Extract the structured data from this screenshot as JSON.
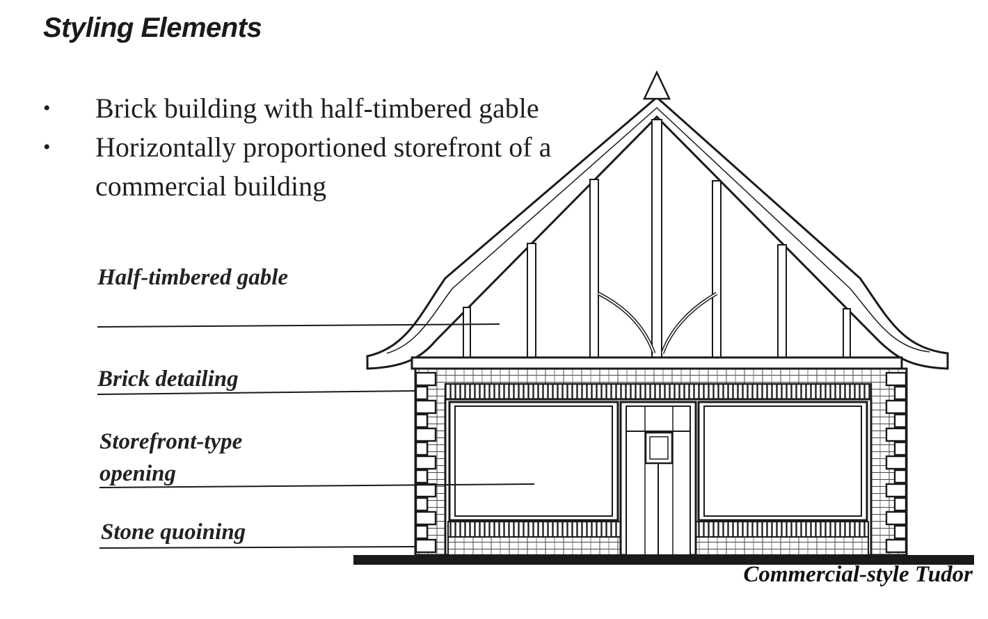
{
  "title": "Styling Elements",
  "bullets": [
    "Brick building with half-timbered gable",
    "Horizontally proportioned storefront of a commercial building"
  ],
  "labels": {
    "half_timbered_gable": "Half-timbered gable",
    "brick_detailing": "Brick detailing",
    "storefront_opening": "Storefront-type opening",
    "stone_quoining": "Stone quoining"
  },
  "caption": "Commercial-style Tudor"
}
